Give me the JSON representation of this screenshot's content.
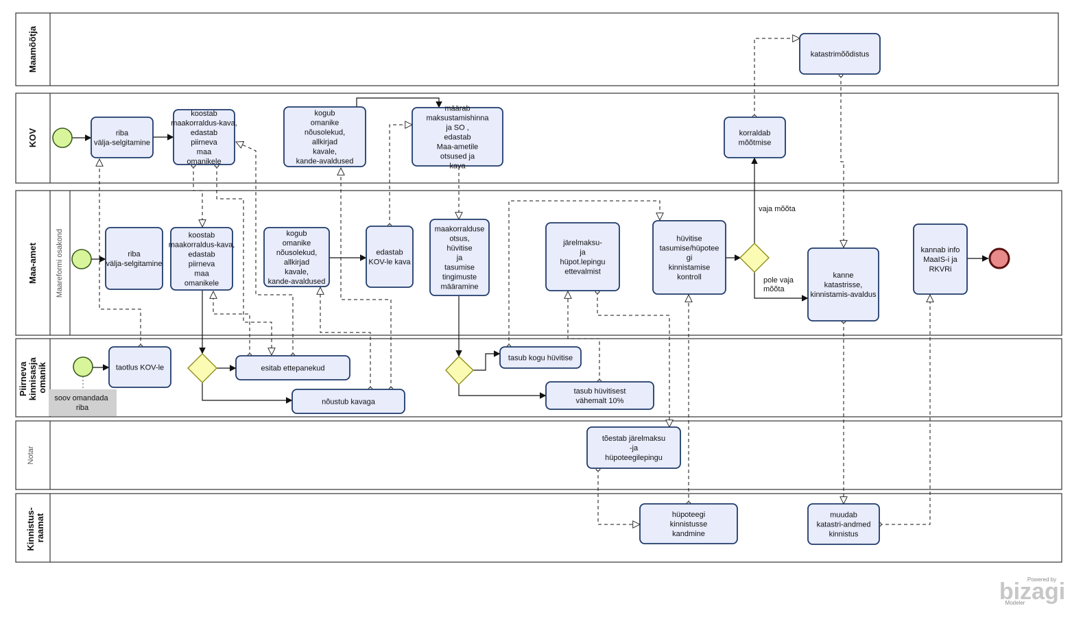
{
  "lanes": [
    {
      "id": "maamootja",
      "label": "Maamõõtja"
    },
    {
      "id": "kov",
      "label": "KOV"
    },
    {
      "id": "maaamet",
      "label": "Maa-amet",
      "sublabel": "Maareformi osakond"
    },
    {
      "id": "piirneva",
      "label": "Piirneva kinnisasja omanik"
    },
    {
      "id": "notar",
      "label": "Notar"
    },
    {
      "id": "kinnistusraamat",
      "label": "Kinnistus-raamat"
    }
  ],
  "tasks": [
    {
      "id": "t_katastrimoodistus",
      "text": "katastrimõõdistus"
    },
    {
      "id": "t_kov_riba",
      "text": "riba välja-selgitamine"
    },
    {
      "id": "t_kov_koostab",
      "text": "koostab maakorraldus-kava, edastab piirneva maa omanikele"
    },
    {
      "id": "t_kov_kogub",
      "text": "kogub omanike nõusolekud, allkirjad kavale, kande-avaldused"
    },
    {
      "id": "t_kov_maarab",
      "text": "määrab maksustamishinna ja SO , edastab Maa-ametile otsused ja kava"
    },
    {
      "id": "t_kov_korraldab",
      "text": "korraldab mõõtmise"
    },
    {
      "id": "t_ma_riba",
      "text": "riba välja-selgitamine"
    },
    {
      "id": "t_ma_koostab",
      "text": "koostab maakorraldus-kava, edastab piirneva maa omanikele"
    },
    {
      "id": "t_ma_kogub",
      "text": "kogub omanike nõusolekud, allkirjad kavale, kande-avaldused"
    },
    {
      "id": "t_ma_edastab",
      "text": "edastab KOV-le kava"
    },
    {
      "id": "t_ma_otsus",
      "text": "maakorralduse otsus, hüvitise ja tasumise tingimuste määramine"
    },
    {
      "id": "t_ma_jarelmaksu",
      "text": "järelmaksu- ja hüpot.lepingu ettevalmist"
    },
    {
      "id": "t_ma_kontroll",
      "text": "hüvitise tasumise/hüpotee gi kinnistamise kontroll"
    },
    {
      "id": "t_ma_kanne",
      "text": "kanne katastrisse, kinnistamis-avaldus"
    },
    {
      "id": "t_ma_kannab",
      "text": "kannab info MaaIS-i ja RKVRi"
    },
    {
      "id": "t_pk_taotlus",
      "text": "taotlus KOV-le"
    },
    {
      "id": "t_pk_esitab",
      "text": "esitab ettepanekud"
    },
    {
      "id": "t_pk_noustub",
      "text": "nõustub kavaga"
    },
    {
      "id": "t_pk_tasub_kogu",
      "text": "tasub kogu hüvitise"
    },
    {
      "id": "t_pk_tasub_10",
      "text": "tasub hüvitisest vähemalt 10%"
    },
    {
      "id": "t_no_toestab",
      "text": "tõestab järelmaksu -ja hüpoteegilepingu"
    },
    {
      "id": "t_kr_hupoteegi",
      "text": "hüpoteegi kinnistusse kandmine"
    },
    {
      "id": "t_kr_muudab",
      "text": "muudab katastri-andmed kinnistus"
    }
  ],
  "annotation": {
    "text": "soov omandada riba"
  },
  "flow_labels": {
    "vaja": "vaja mõõta",
    "pole": "pole vaja mõõta"
  },
  "branding": {
    "powered": "Powered by",
    "name": "bizagi",
    "product": "Modeler"
  },
  "colors": {
    "task_fill": "#e8ecfb",
    "task_stroke": "#1f3a6a",
    "gateway_fill": "#fbfbb4",
    "start_fill": "#d8f59c",
    "end_fill": "#e98a8a"
  }
}
